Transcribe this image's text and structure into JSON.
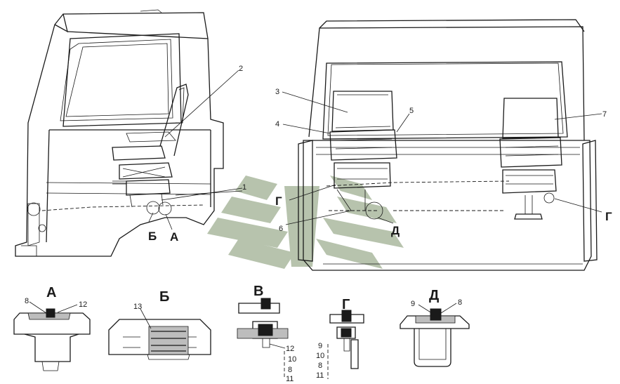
{
  "callouts": {
    "n1": "1",
    "n2": "2",
    "n3": "3",
    "n4": "4",
    "n5": "5",
    "n6": "6",
    "n7": "7"
  },
  "view_letters": {
    "b_main": "Б",
    "a_main": "А",
    "g_left": "Г",
    "d_main": "Д",
    "g_right": "Г"
  },
  "details": {
    "a": {
      "title": "А",
      "n1": "8",
      "n2": "12"
    },
    "b": {
      "title": "Б",
      "n1": "13"
    },
    "v": {
      "title": "В",
      "n1": "12",
      "n2": "10",
      "n3": "8",
      "n4": "11"
    },
    "g": {
      "title": "Г",
      "n1": "9",
      "n2": "10",
      "n3": "8",
      "n4": "11"
    },
    "d": {
      "title": "Д",
      "n1": "9",
      "n2": "8"
    }
  },
  "colors": {
    "line": "#1a1a1a",
    "watermark": "#b7c3ad"
  }
}
